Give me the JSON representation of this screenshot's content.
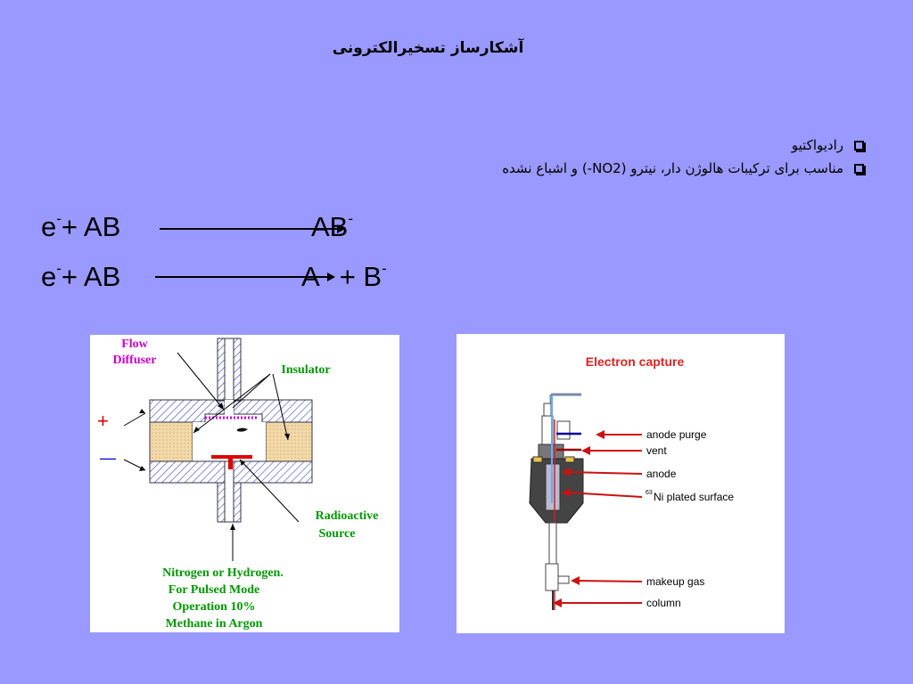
{
  "slide": {
    "title": "آشکارساز تسخیرالکترونی",
    "bullets": [
      {
        "text": "رادیواکتیو"
      },
      {
        "text": "مناسب برای ترکیبات هالوژن دار، نیترو  (NO2-) و اشباع نشده"
      }
    ]
  },
  "equations": [
    {
      "lhs_e": "e",
      "lhs_charge": "-",
      "lhs_rest": "+ AB",
      "rhs_main": "AB",
      "rhs_charge": "-"
    },
    {
      "lhs_e": "e",
      "lhs_charge": "-",
      "lhs_rest": "+ AB",
      "rhs_a": "A",
      "rhs_dot": "·",
      "rhs_plus": "+ B",
      "rhs_charge": "-"
    }
  ],
  "left_diagram": {
    "flow_diffuser_line1": "Flow",
    "flow_diffuser_line2": "Diffuser",
    "insulator": "Insulator",
    "plus_sign": "+",
    "minus_sign": "—",
    "radioactive_line1": "Radioactive",
    "radioactive_line2": "Source",
    "gas_line1": "Nitrogen or Hydrogen.",
    "gas_line2": "For Pulsed Mode",
    "gas_line3": "Operation 10%",
    "gas_line4": "Methane in Argon",
    "colors": {
      "flow_diffuser": "#cc00cc",
      "labels": "#009900",
      "hatch": "#4455cc",
      "insulator_fill": "#f2d9a8",
      "plus": "#dd0000",
      "minus": "#0000cc"
    }
  },
  "right_diagram": {
    "title": "Electron capture",
    "labels": [
      "anode purge",
      "vent",
      "anode",
      "Ni plated surface",
      "makeup gas",
      "column"
    ],
    "ni_superscript": "63",
    "colors": {
      "title": "#dd2222",
      "arrows": "#cc1111",
      "body": "#444444"
    }
  }
}
